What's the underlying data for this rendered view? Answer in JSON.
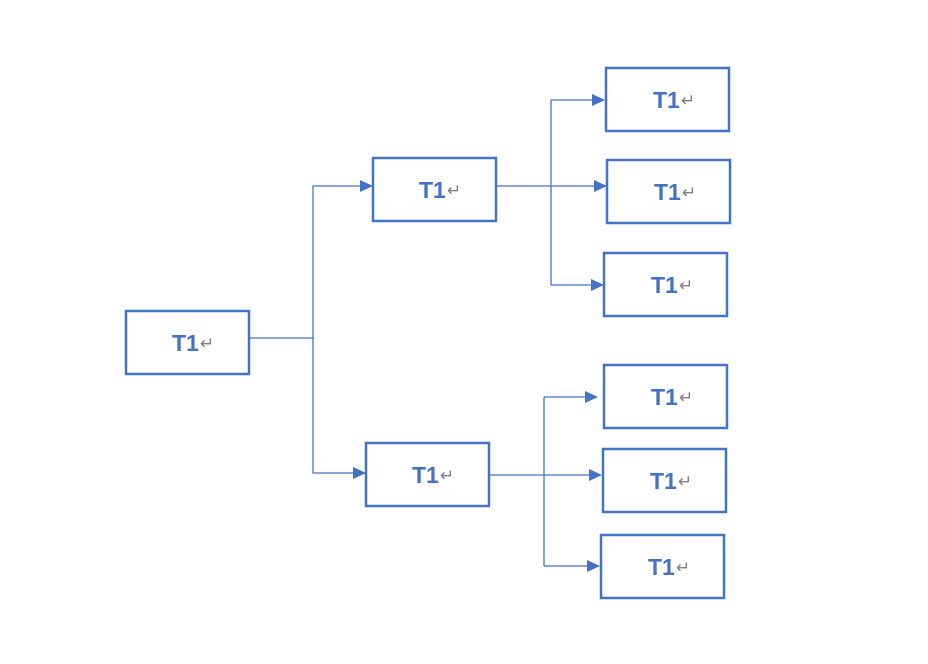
{
  "diagram": {
    "type": "tree",
    "colors": {
      "accent": "#4472c4",
      "mark": "#7f7f7f"
    },
    "root": {
      "label": "T1",
      "mark": "↵"
    },
    "branches": [
      {
        "label": "T1",
        "mark": "↵",
        "children": [
          {
            "label": "T1",
            "mark": "↵"
          },
          {
            "label": "T1",
            "mark": "↵"
          },
          {
            "label": "T1",
            "mark": "↵"
          }
        ]
      },
      {
        "label": "T1",
        "mark": "↵",
        "children": [
          {
            "label": "T1",
            "mark": "↵"
          },
          {
            "label": "T1",
            "mark": "↵"
          },
          {
            "label": "T1",
            "mark": "↵"
          }
        ]
      }
    ]
  }
}
